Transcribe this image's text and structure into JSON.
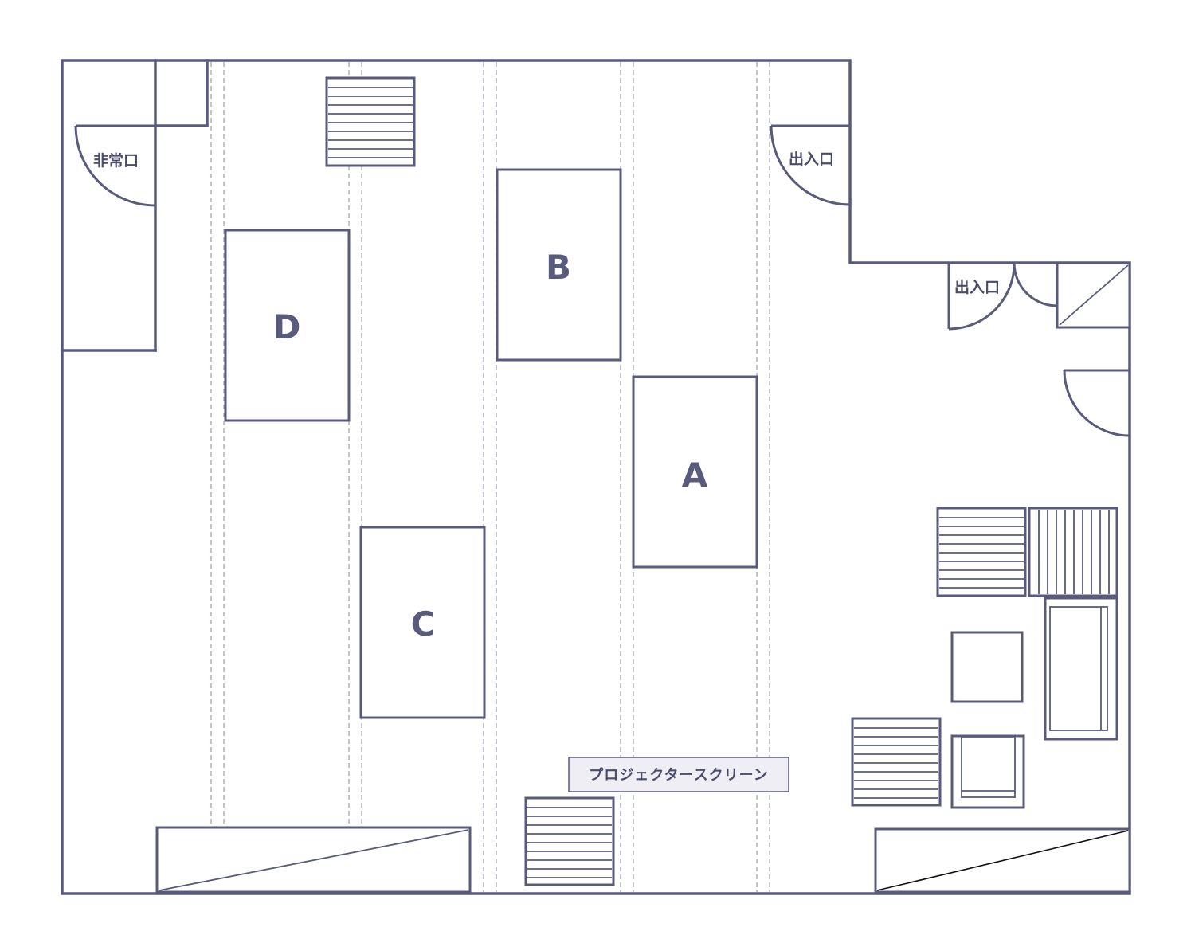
{
  "booths": {
    "a": "A",
    "b": "B",
    "c": "C",
    "d": "D"
  },
  "doors": {
    "emergency_exit": "非常口",
    "entrance_top": "出入口",
    "entrance_right": "出入口"
  },
  "screen_label": "プロジェクタースクリーン",
  "colors": {
    "line": "#585b7b",
    "dashed": "#9a9cb0",
    "screen_bg": "#eeeef4"
  }
}
